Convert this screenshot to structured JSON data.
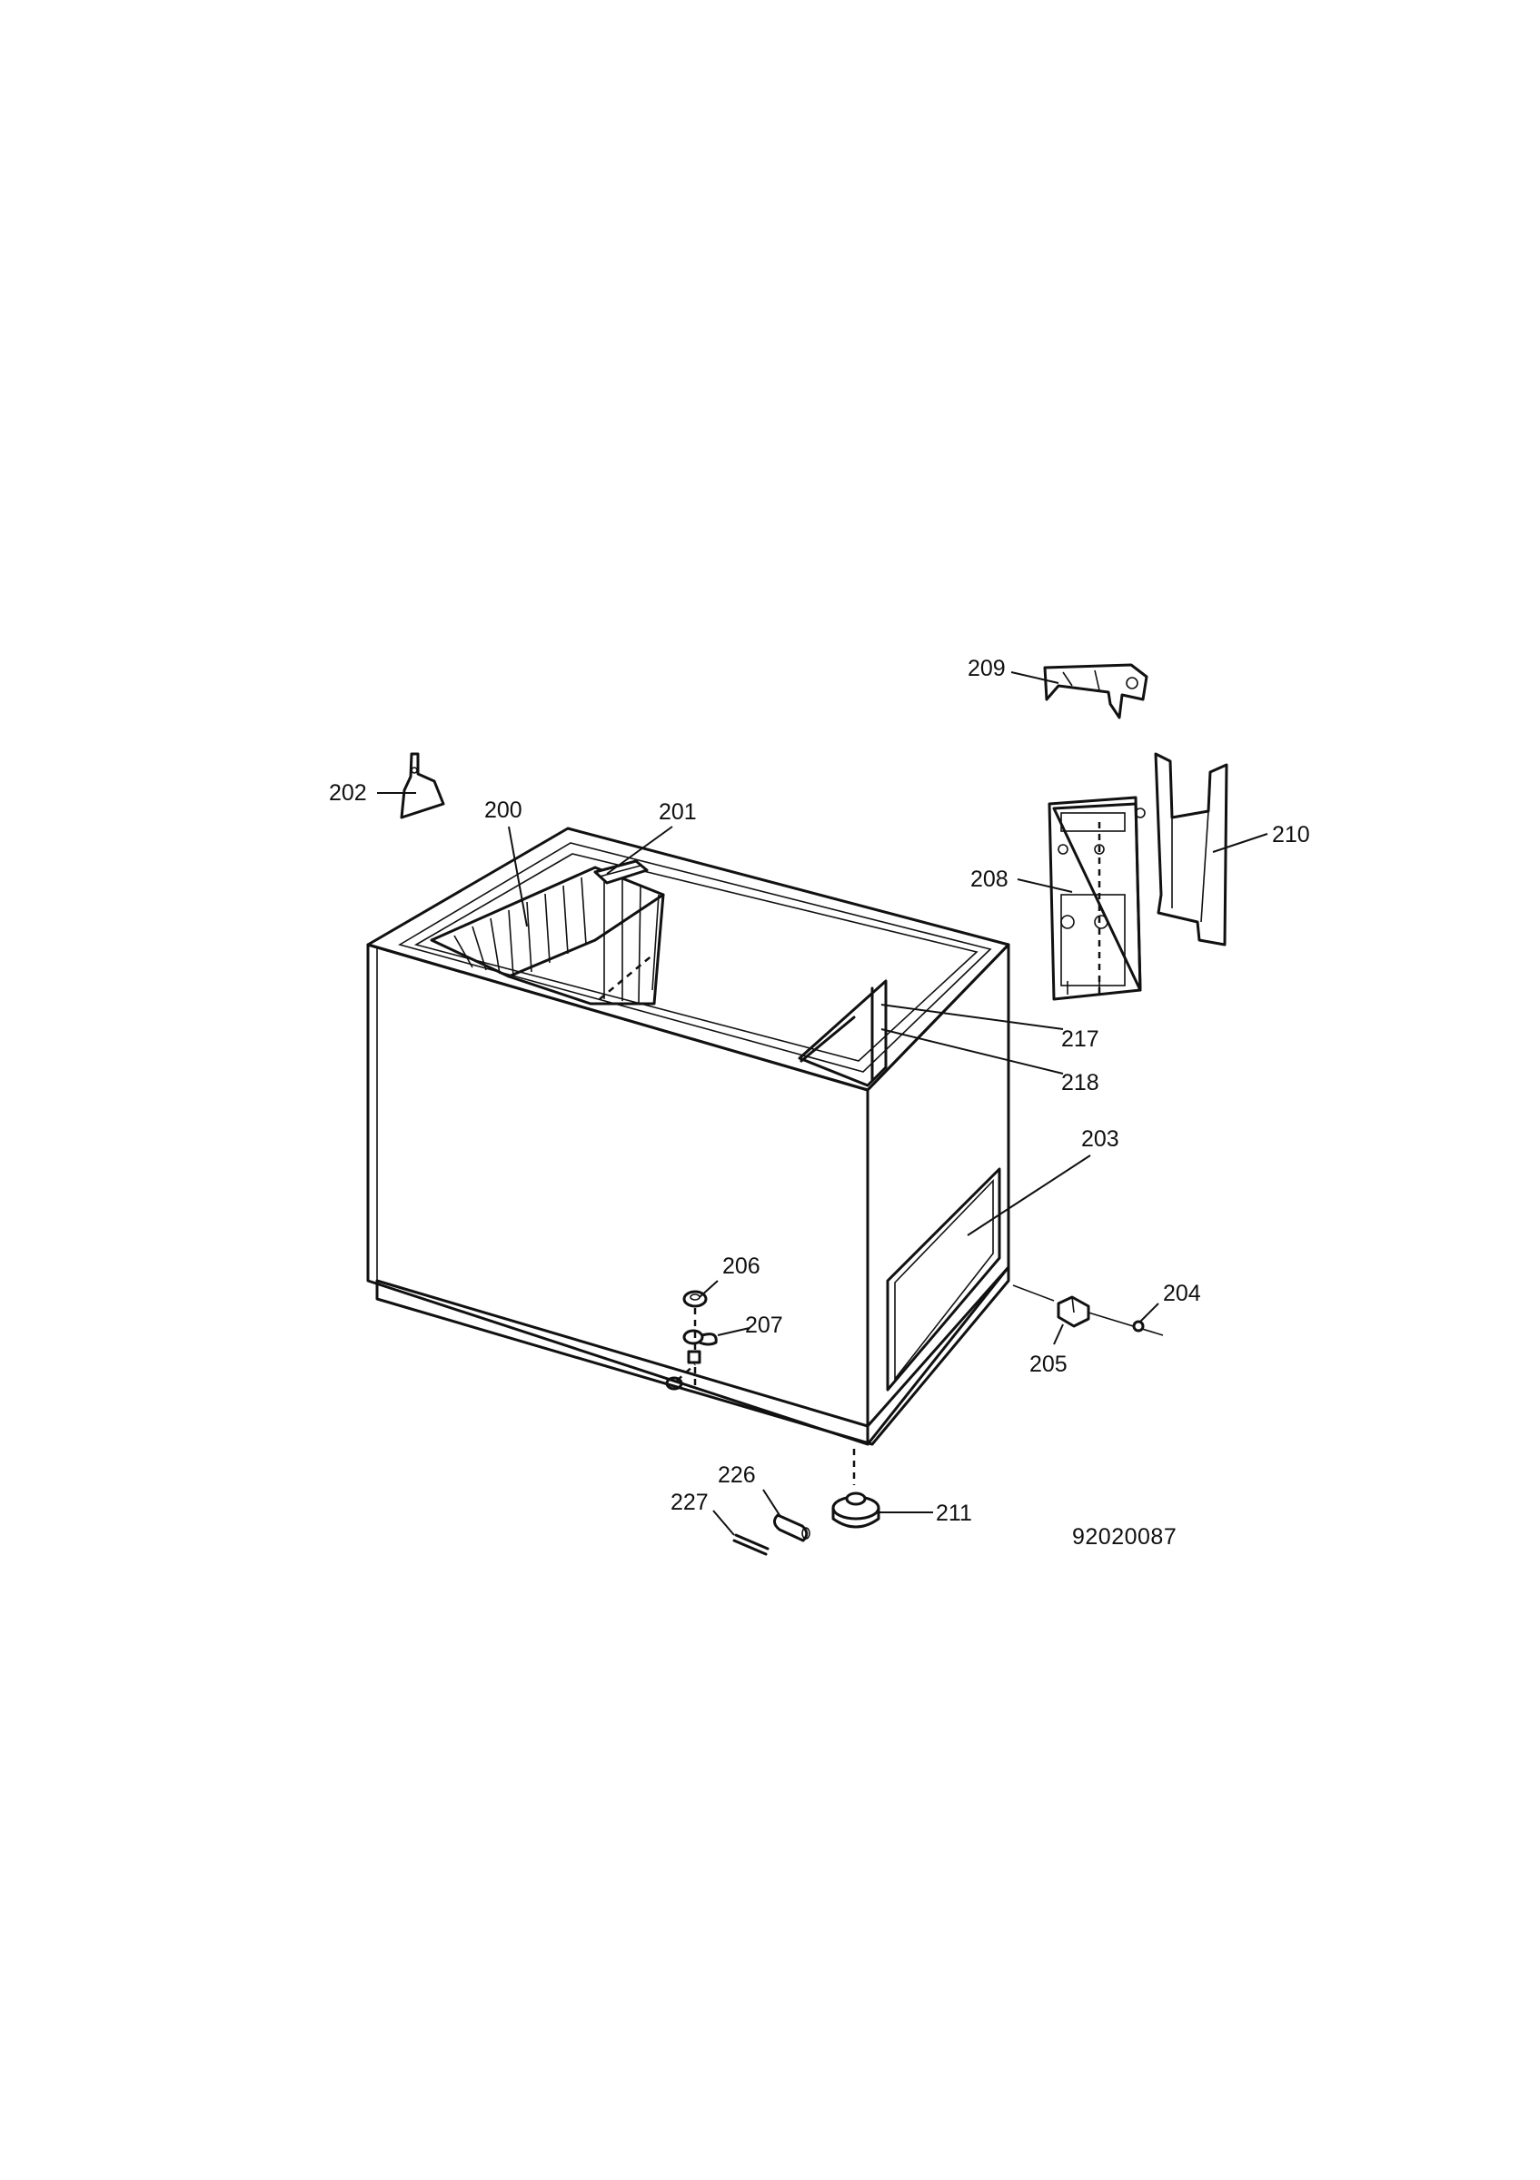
{
  "callouts": {
    "c200": "200",
    "c201": "201",
    "c202": "202",
    "c203": "203",
    "c204": "204",
    "c205": "205",
    "c206": "206",
    "c207": "207",
    "c208": "208",
    "c209": "209",
    "c210": "210",
    "c211": "211",
    "c217": "217",
    "c218": "218",
    "c226": "226",
    "c227": "227"
  },
  "drawing_number": "92020087"
}
